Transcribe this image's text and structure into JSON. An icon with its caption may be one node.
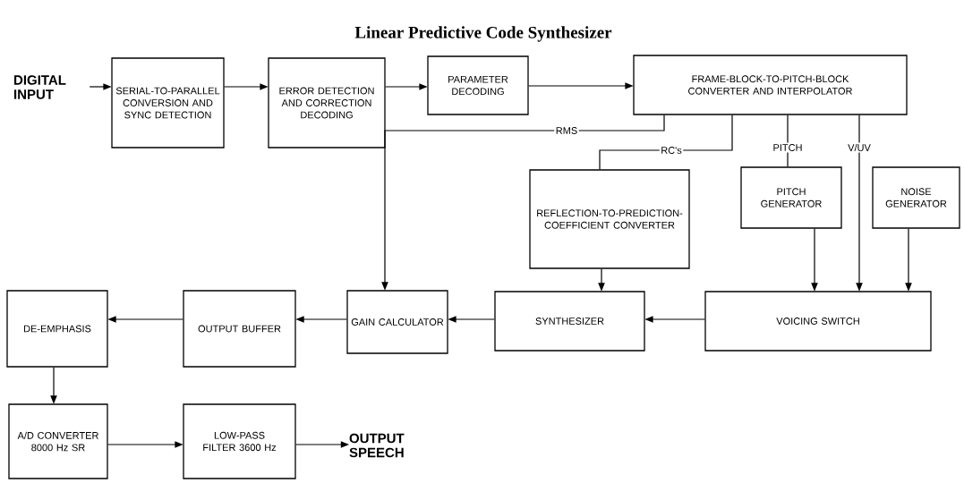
{
  "diagram": {
    "title": "Linear Predictive Code Synthesizer",
    "nodes": [
      {
        "text": [
          "DIGITAL INPUT"
        ]
      },
      {
        "text": [
          "SERIAL-TO-PARALLEL CONVERSION AND SYNC DETECTION"
        ]
      },
      {
        "text": [
          "ERROR DETECTION AND CORRECTION DECODING"
        ]
      },
      {
        "text": [
          "PARAMETER DECODING"
        ]
      },
      {
        "text": [
          "FRAME-BLOCK-TO-PITCH-BLOCK CONVERTER AND INTERPOLATOR"
        ]
      },
      {
        "text": [
          "REFLECTION-TO-PREDICTION-COEFFICIENT CONVERTER"
        ]
      },
      {
        "text": [
          "PITCH GENERATOR"
        ]
      },
      {
        "text": [
          "NOISE GENERATOR"
        ]
      },
      {
        "text": [
          "DE-EMPHASIS"
        ]
      },
      {
        "text": [
          "OUTPUT BUFFER"
        ]
      },
      {
        "text": [
          "GAIN CALCULATOR"
        ]
      },
      {
        "text": [
          "SYNTHESIZER"
        ]
      },
      {
        "text": [
          "VOICING SWITCH"
        ]
      },
      {
        "text": [
          "A/D CONVERTER 8000 Hz SR"
        ]
      },
      {
        "text": [
          "LOW-PASS FILTER 3600 Hz"
        ]
      },
      {
        "text": [
          "OUTPUT SPEECH"
        ]
      }
    ],
    "edges": [
      {
        "from": 0,
        "to": 1,
        "arrow": "to"
      },
      {
        "from": 1,
        "to": 2,
        "arrow": "to"
      },
      {
        "from": 2,
        "to": 3,
        "arrow": "to"
      },
      {
        "from": 3,
        "to": 4,
        "arrow": "to"
      },
      {
        "from": 4,
        "to": 10,
        "arrow": "to",
        "label": "RMS"
      },
      {
        "from": 4,
        "to": 5,
        "arrow": "none",
        "label": "RC's"
      },
      {
        "from": 4,
        "to": 6,
        "arrow": "none",
        "label": "PITCH"
      },
      {
        "from": 4,
        "to": 12,
        "arrow": "to",
        "label": "V/UV"
      },
      {
        "from": 6,
        "to": 12,
        "arrow": "to"
      },
      {
        "from": 7,
        "to": 12,
        "arrow": "to"
      },
      {
        "from": 5,
        "to": 11,
        "arrow": "to"
      },
      {
        "from": 12,
        "to": 11,
        "arrow": "to"
      },
      {
        "from": 11,
        "to": 10,
        "arrow": "to"
      },
      {
        "from": 10,
        "to": 9,
        "arrow": "to"
      },
      {
        "from": 9,
        "to": 8,
        "arrow": "to"
      },
      {
        "from": 8,
        "to": 13,
        "arrow": "to"
      },
      {
        "from": 13,
        "to": 14,
        "arrow": "to"
      },
      {
        "from": 14,
        "to": 15,
        "arrow": "to"
      }
    ]
  }
}
